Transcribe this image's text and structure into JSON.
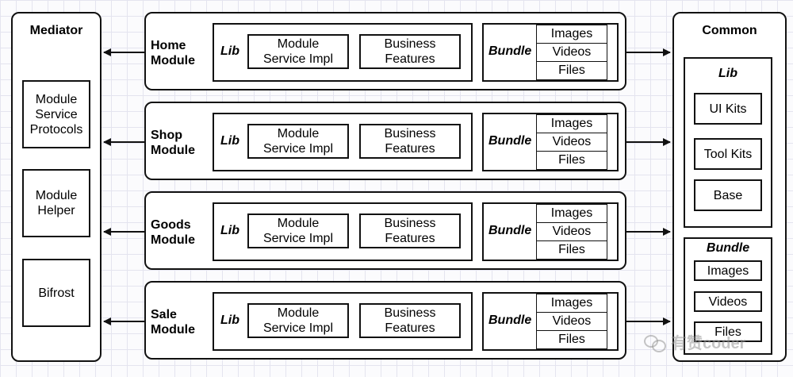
{
  "mediator": {
    "title": "Mediator",
    "items": [
      "Module\nService\nProtocols",
      "Module\nHelper",
      "Bifrost"
    ]
  },
  "modules": [
    {
      "name": "Home\nModule"
    },
    {
      "name": "Shop\nModule"
    },
    {
      "name": "Goods\nModule"
    },
    {
      "name": "Sale\nModule"
    }
  ],
  "module_parts": {
    "lib_label": "Lib",
    "impl_label": "Module\nService Impl",
    "features_label": "Business\nFeatures",
    "bundle_label": "Bundle",
    "bundle_items": [
      "Images",
      "Videos",
      "Files"
    ]
  },
  "common": {
    "title": "Common",
    "lib_label": "Lib",
    "lib_items": [
      "UI Kits",
      "Tool Kits",
      "Base"
    ],
    "bundle_label": "Bundle",
    "bundle_items": [
      "Images",
      "Videos",
      "Files"
    ]
  },
  "watermark": {
    "text": "有赞coder"
  }
}
